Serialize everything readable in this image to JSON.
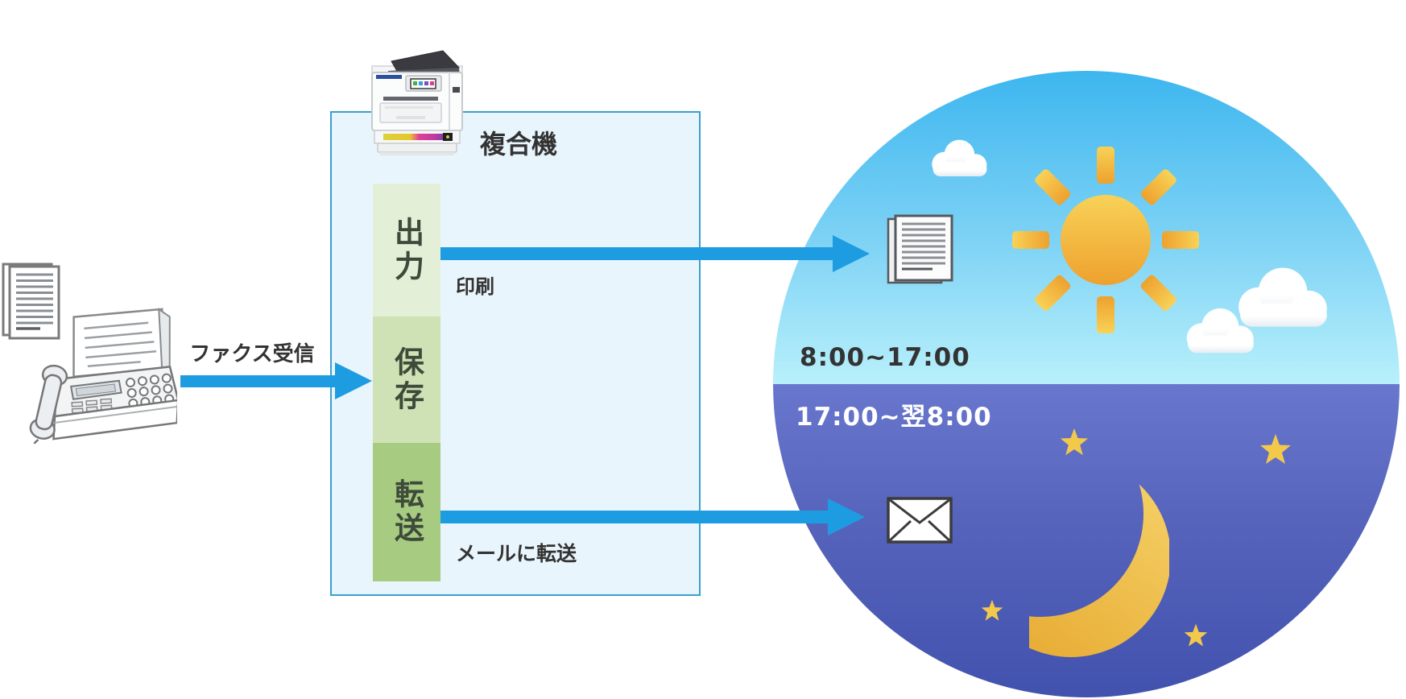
{
  "labels": {
    "fax_receive": "ファクス受信",
    "mfp_title": "複合機",
    "function_output": "出力",
    "function_save": "保存",
    "function_forward": "転送",
    "action_print": "印刷",
    "action_forward_mail": "メールに転送",
    "daytime_range": "8:00~17:00",
    "nighttime_range": "17:00~翌8:00"
  },
  "icons": {
    "source_documents": "document-stack-icon",
    "source_device": "fax-machine-icon",
    "mfp_device": "multifunction-printer-icon",
    "day_weather": "sun-icon",
    "day_clouds": "cloud-icon",
    "printed_output": "document-icon",
    "forwarded_mail": "envelope-icon",
    "night_moon": "crescent-moon-icon",
    "night_stars": "star-icon"
  },
  "colors": {
    "arrow_blue": "#1e9ce2",
    "box_border": "#3aa0cc",
    "box_fill": "#e9f5fc",
    "segment_output_bg": "#e4efd8",
    "segment_save_bg": "#cfe2b6",
    "segment_forward_bg": "#a7cb81",
    "segment_text": "#3e4a3a",
    "day_sky_top": "#3db6ef",
    "day_sky_bottom": "#b8f0fb",
    "night_sky_top": "#6877cd",
    "night_sky_bottom": "#4152ae",
    "sun_yellow_top": "#f8d257",
    "sun_orange_bottom": "#eea12e",
    "moon_yellow": "#eec04e",
    "star_yellow": "#f3c94b",
    "text_dark": "#333333",
    "text_white": "#ffffff"
  }
}
